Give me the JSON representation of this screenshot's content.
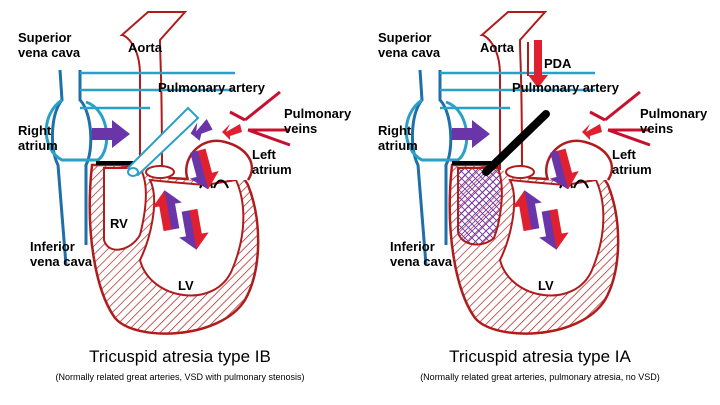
{
  "panels": [
    {
      "title": "Tricuspid atresia type IB",
      "subtitle": "(Normally related great arteries, VSD with pulmonary stenosis)",
      "labels": {
        "svc": [
          "Superior",
          "vena cava"
        ],
        "aorta": "Aorta",
        "pa": "Pulmonary artery",
        "pv": [
          "Pulmonary",
          "veins"
        ],
        "ra": [
          "Right",
          "atrium"
        ],
        "la": [
          "Left",
          "atrium"
        ],
        "rv": "RV",
        "ivc": [
          "Inferior",
          "vena cava"
        ],
        "lv": "LV"
      }
    },
    {
      "title": "Tricuspid atresia type IA",
      "subtitle": "(Normally related great arteries, pulmonary atresia, no VSD)",
      "labels": {
        "svc": [
          "Superior",
          "vena cava"
        ],
        "aorta": "Aorta",
        "pda": "PDA",
        "pa": "Pulmonary artery",
        "pv": [
          "Pulmonary",
          "veins"
        ],
        "ra": [
          "Right",
          "atrium"
        ],
        "la": [
          "Left",
          "atrium"
        ],
        "ivc": [
          "Inferior",
          "vena cava"
        ],
        "lv": "LV"
      }
    }
  ],
  "colors": {
    "systemic_vein": "#1f6fa8",
    "pulmonary_artery": "#29a0c8",
    "aorta_wall": "#b01c1c",
    "pulmonary_vein": "#c8102e",
    "myocardium_hatch": "#b01c1c",
    "deoxygenated_arrow": "#6a35a8",
    "oxygenated_arrow": "#e0202e",
    "atretic_valve": "#000000"
  },
  "icons": [
    "purple-arrow-icon",
    "red-arrow-icon",
    "mixed-flow-arrow-icon"
  ]
}
